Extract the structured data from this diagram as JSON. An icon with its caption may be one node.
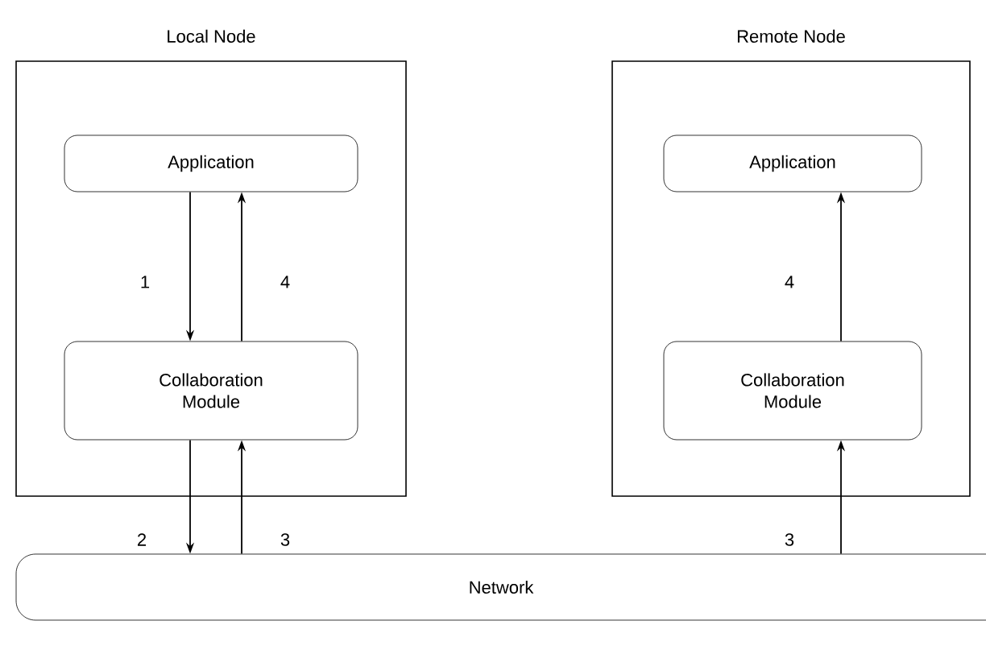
{
  "diagram": {
    "nodes": [
      {
        "text": [
          "Local Node"
        ]
      },
      {
        "text": [
          "Application"
        ],
        "in": 0
      },
      {
        "text": [
          "Collaboration Module"
        ],
        "in": 0
      },
      {
        "text": [
          "Remote Node"
        ]
      },
      {
        "text": [
          "Application"
        ],
        "in": 3
      },
      {
        "text": [
          "Collaboration Module"
        ],
        "in": 3
      },
      {
        "text": [
          "Network"
        ]
      }
    ],
    "edges": [
      {
        "from": 1,
        "to": 2,
        "arrow": "to",
        "label": "1"
      },
      {
        "from": 2,
        "to": 1,
        "arrow": "to",
        "label": "4"
      },
      {
        "from": 2,
        "to": 6,
        "arrow": "to",
        "label": "2"
      },
      {
        "from": 6,
        "to": 2,
        "arrow": "to",
        "label": "3"
      },
      {
        "from": 5,
        "to": 4,
        "arrow": "to",
        "label": "4"
      },
      {
        "from": 6,
        "to": 5,
        "arrow": "to",
        "label": "3"
      }
    ]
  }
}
